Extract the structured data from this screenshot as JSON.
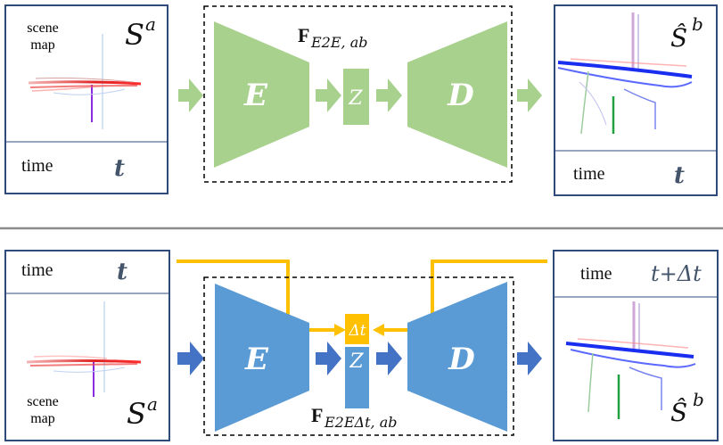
{
  "top": {
    "input": {
      "label": "scene map",
      "label_line1": "scene",
      "label_line2": "map",
      "symbol": "S",
      "superscript": "a",
      "time_label": "time",
      "time_var": "t"
    },
    "model": {
      "name_bold": "F",
      "subscript": "E2E, ab",
      "encoder": "E",
      "latent": "Z",
      "decoder": "D"
    },
    "output": {
      "symbol": "Ŝ",
      "superscript": "b",
      "time_label": "time",
      "time_var": "t"
    }
  },
  "bottom": {
    "input": {
      "time_label": "time",
      "time_var": "t",
      "label_line1": "scene",
      "label_line2": "map",
      "symbol": "S",
      "superscript": "a"
    },
    "model": {
      "name_bold": "F",
      "subscript": "E2EΔt, ab",
      "encoder": "E",
      "latent": "Z",
      "decoder": "D",
      "delta": "Δt"
    },
    "output": {
      "time_label": "time",
      "time_var": "t+Δt",
      "symbol": "Ŝ",
      "superscript": "b"
    }
  },
  "colors": {
    "green": "#a9d18e",
    "blue": "#5b9bd5",
    "blue_arrow": "#4472c4",
    "orange": "#ffc000",
    "box_border": "#2f4b7c",
    "separator": "#8c8c8c",
    "text_dark": "#44546a"
  }
}
